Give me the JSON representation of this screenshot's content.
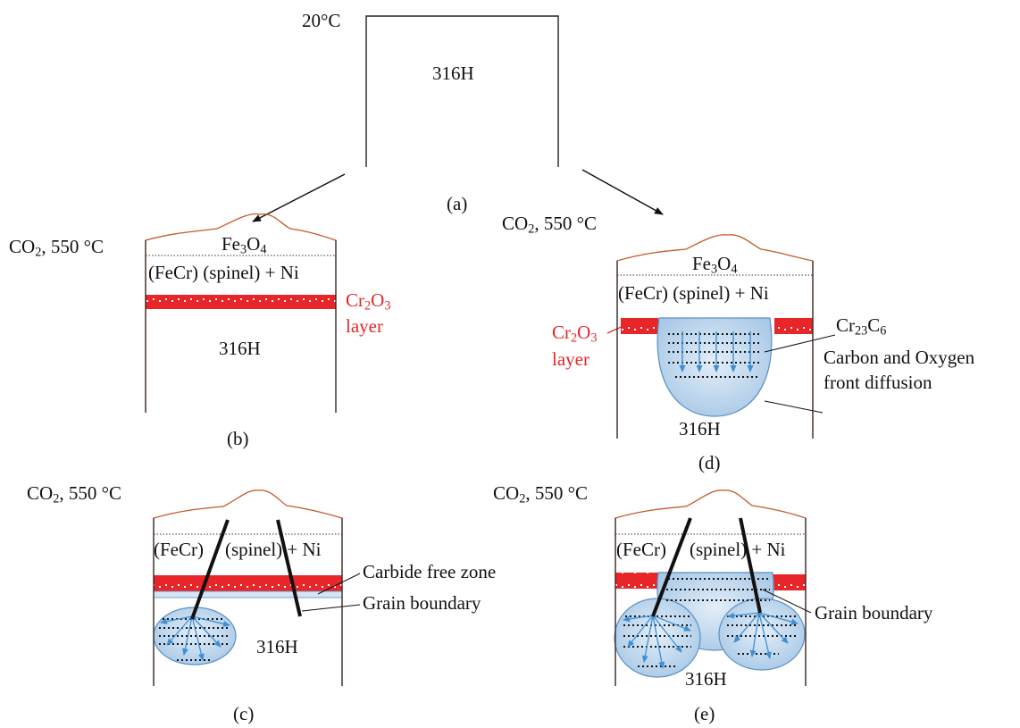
{
  "colors": {
    "oxide_layer": "#e8262a",
    "magnetite_outline": "#c55a28",
    "diffusion_fill": "#c3dcf0",
    "diffusion_edge": "#5a8fc4",
    "arrow_blue": "#3f8fd2"
  },
  "panel_a": {
    "temperature": "20°C",
    "material": "316H",
    "caption": "(a)"
  },
  "panel_b": {
    "condition": {
      "a": "CO",
      "b": "2",
      "c": ", 550 °C"
    },
    "magnetite": {
      "a": "Fe",
      "b": "3",
      "c": "O",
      "d": "4"
    },
    "spinel": "(FeCr) (spinel) + Ni",
    "chromia": {
      "a": "Cr",
      "b": "2",
      "c": "O",
      "d": "3",
      "e": "layer"
    },
    "material": "316H",
    "caption": "(b)"
  },
  "panel_c": {
    "condition": {
      "a": "CO",
      "b": "2",
      "c": ", 550 °C"
    },
    "spinel_left": "(FeCr)",
    "spinel_right": "(spine",
    "spinel_right_b": "l) + Ni",
    "carbide_free_zone": "Carbide free zone",
    "grain_boundary": "Grain boundary",
    "material": "316H",
    "caption": "(c)"
  },
  "panel_d": {
    "condition": {
      "a": "CO",
      "b": "2",
      "c": ", 550 °C"
    },
    "magnetite": {
      "a": "Fe",
      "b": "3",
      "c": "O",
      "d": "4"
    },
    "spinel": "(FeCr) (spinel) + Ni",
    "chromia": {
      "a": "Cr",
      "b": "2",
      "c": "O",
      "d": "3",
      "e": "layer"
    },
    "carbide": {
      "a": "Cr",
      "b": "23",
      "c": "C",
      "d": "6"
    },
    "front_line1": "Carbon and Oxygen",
    "front_line2": "front diffusion",
    "material": "316H",
    "caption": "(d)"
  },
  "panel_e": {
    "condition": {
      "a": "CO",
      "b": "2",
      "c": ", 550 °C"
    },
    "spinel_left": "(FeCr)",
    "spinel_right": "(spine",
    "spinel_right_b": "l) + Ni",
    "grain_boundary": "Grain boundary",
    "material": "316H",
    "caption": "(e)"
  }
}
